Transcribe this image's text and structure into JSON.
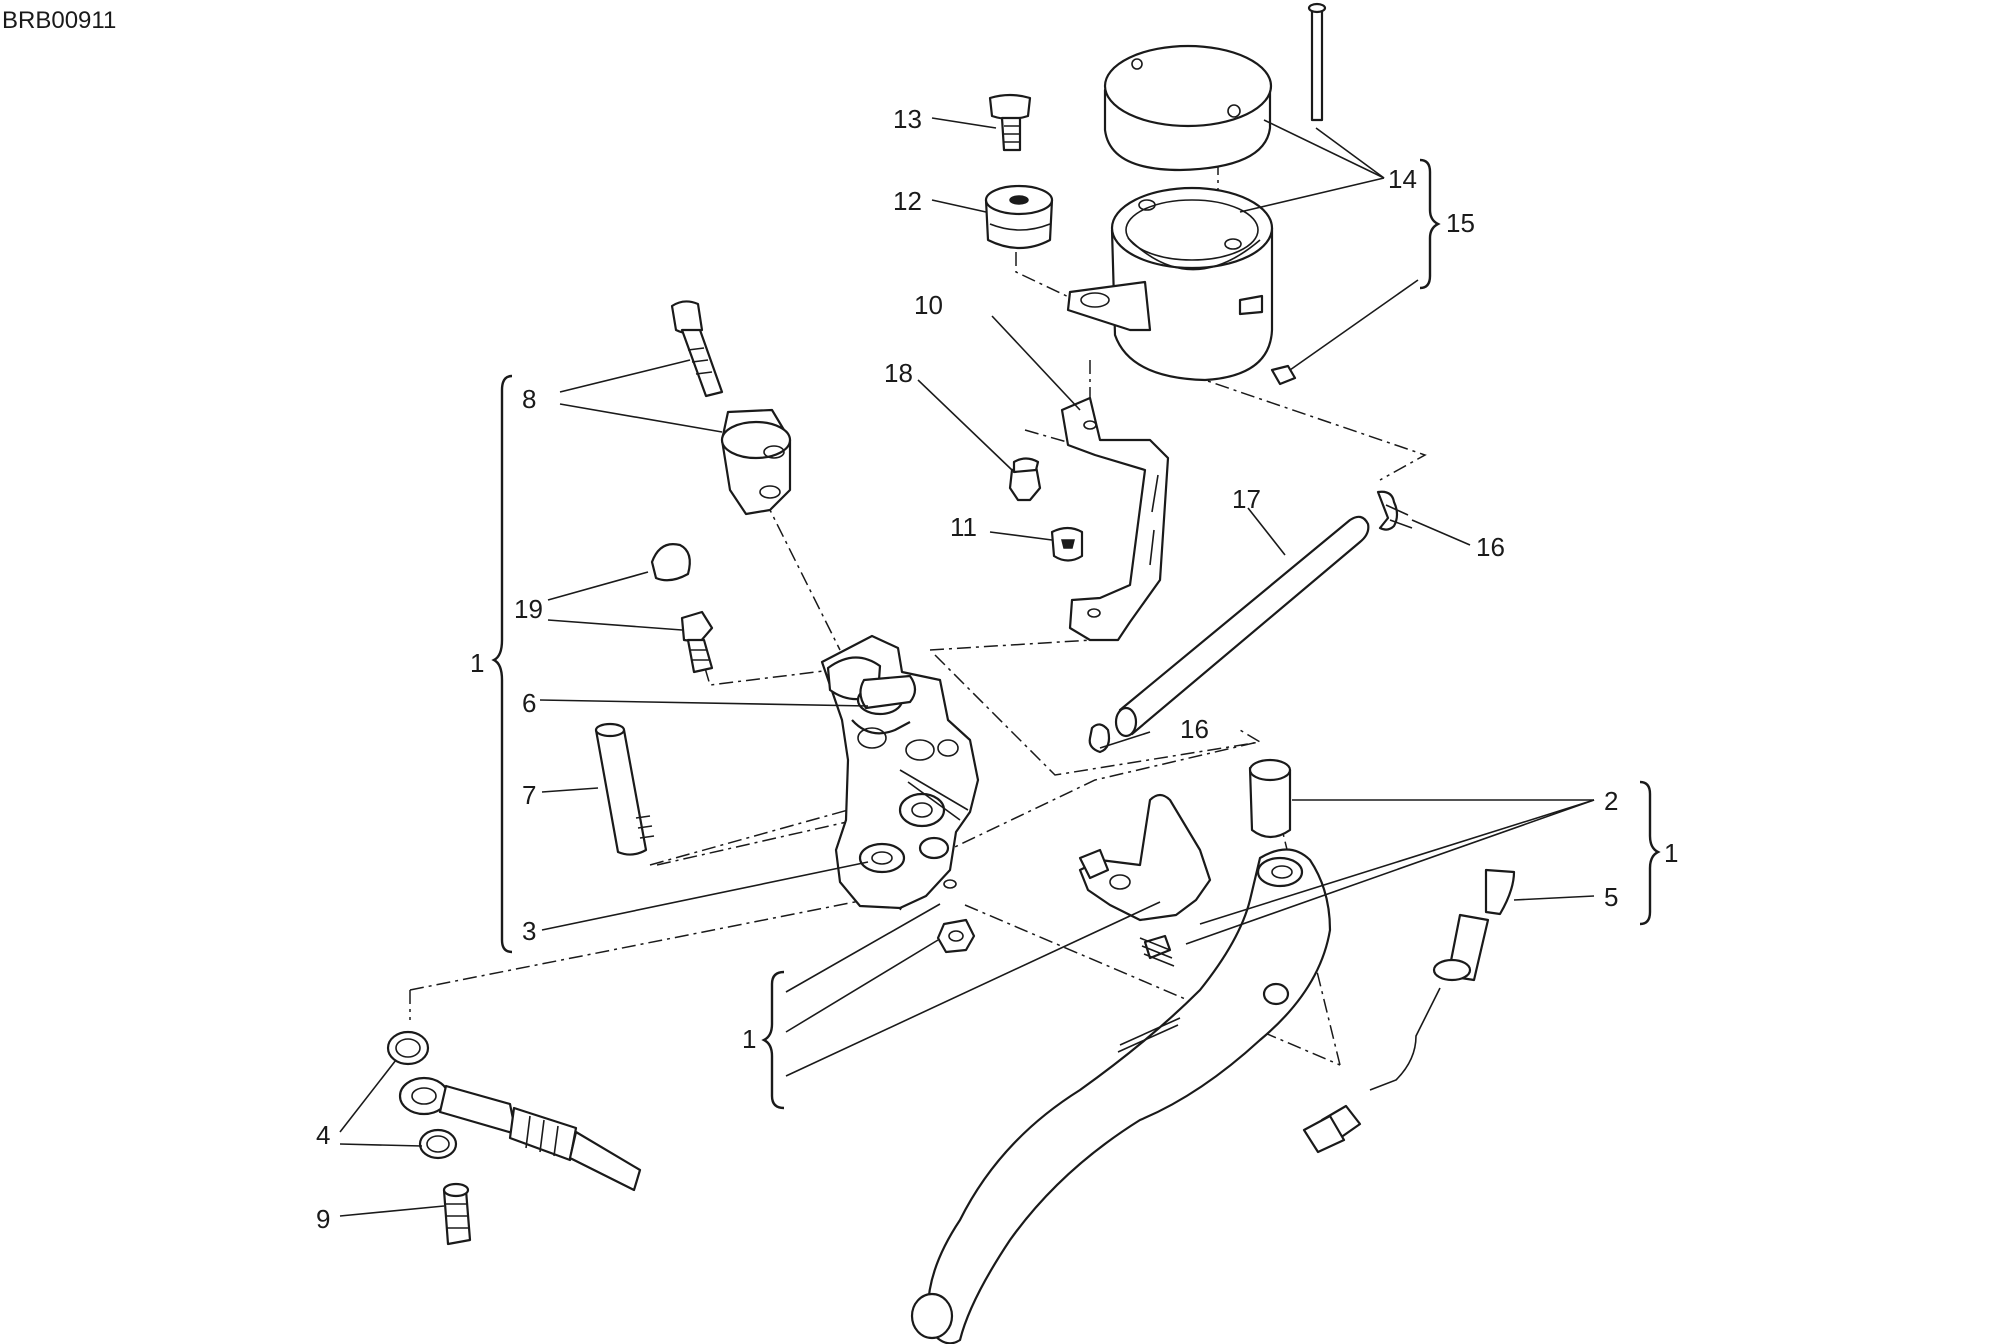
{
  "drawing_code": "BRB00911",
  "callouts": {
    "c13": "13",
    "c12": "12",
    "c14": "14",
    "c15": "15",
    "c10": "10",
    "c18": "18",
    "c8": "8",
    "c11": "11",
    "c17": "17",
    "c16a": "16",
    "c19": "19",
    "c1a": "1",
    "c6": "6",
    "c16b": "16",
    "c7": "7",
    "c2": "2",
    "c1b": "1",
    "c5": "5",
    "c3": "3",
    "c1c": "1",
    "c4": "4",
    "c9": "9"
  },
  "colors": {
    "line": "#1a1a1a",
    "background": "#ffffff"
  }
}
